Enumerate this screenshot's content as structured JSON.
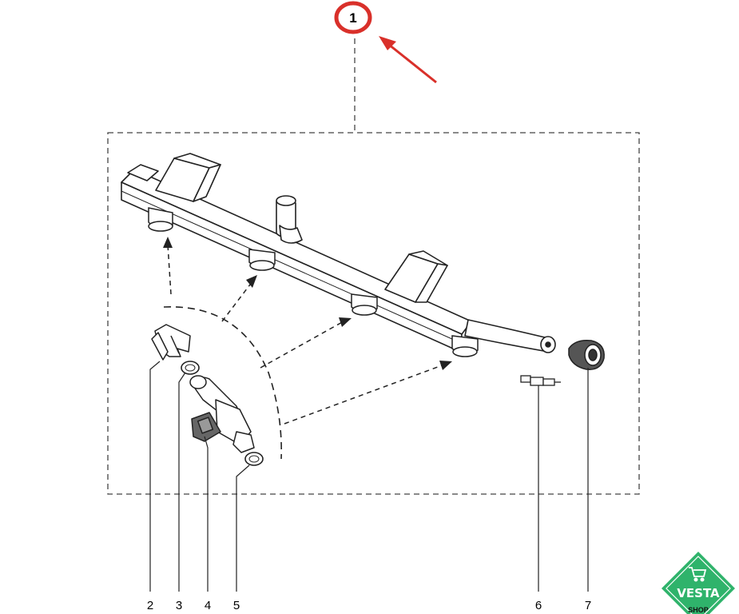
{
  "diagram": {
    "callouts": {
      "c1": "1",
      "c2": "2",
      "c3": "3",
      "c4": "4",
      "c5": "5",
      "c6": "6",
      "c7": "7"
    },
    "highlight_color": "#d9302a"
  },
  "logo": {
    "brand": "VESTA",
    "sub": "SHOP",
    "icon": "shopping-cart-icon",
    "color": "#2fb36b"
  }
}
